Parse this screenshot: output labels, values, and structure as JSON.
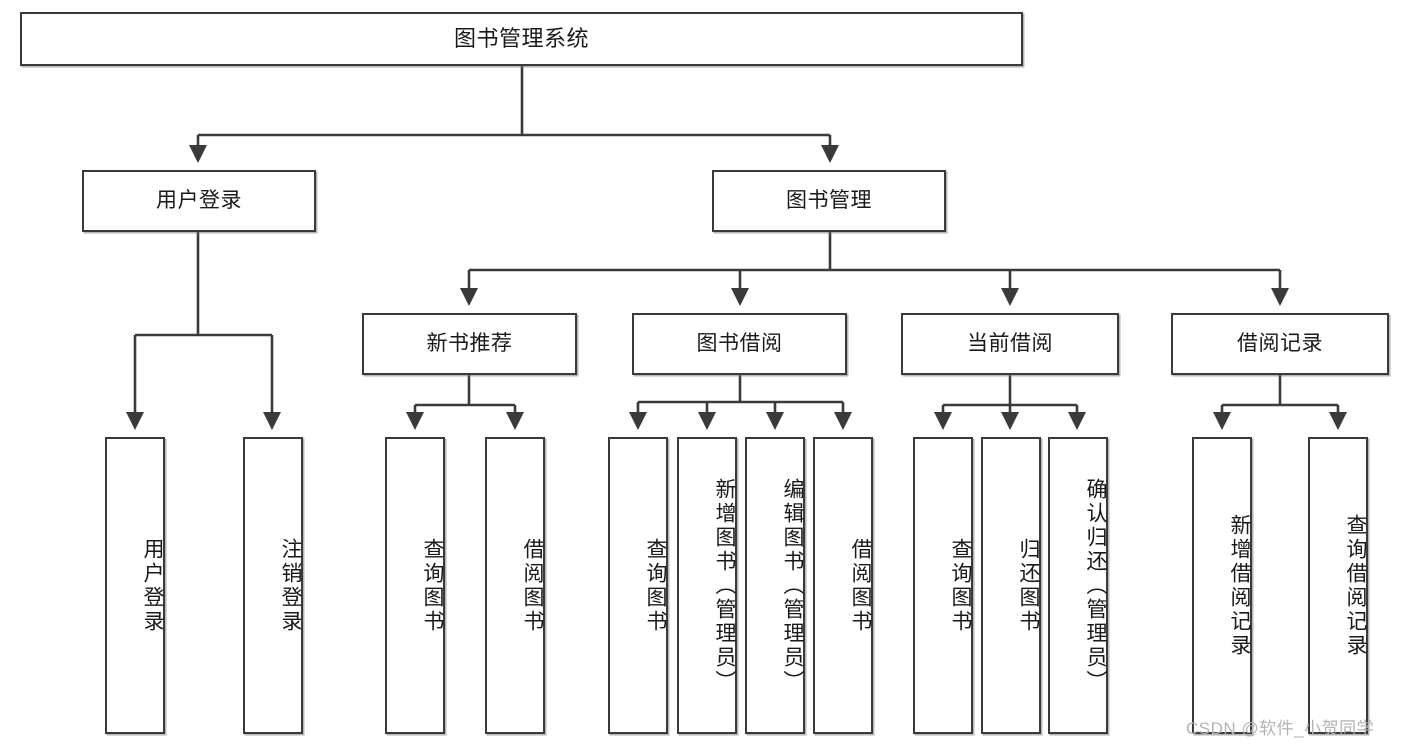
{
  "diagram": {
    "title": "图书管理系统",
    "type": "functional-structure-tree",
    "levels": {
      "root": {
        "label": "图书管理系统"
      },
      "level2": [
        {
          "id": "user-login",
          "label": "用户登录"
        },
        {
          "id": "book-management",
          "label": "图书管理"
        }
      ],
      "level3": [
        {
          "id": "new-book-recommend",
          "label": "新书推荐",
          "parent": "book-management"
        },
        {
          "id": "book-borrow",
          "label": "图书借阅",
          "parent": "book-management"
        },
        {
          "id": "current-borrow",
          "label": "当前借阅",
          "parent": "book-management"
        },
        {
          "id": "borrow-record",
          "label": "借阅记录",
          "parent": "book-management"
        }
      ],
      "leaves": [
        {
          "id": "leaf-user-login",
          "label": "用户登录",
          "parent": "user-login"
        },
        {
          "id": "leaf-logout-login",
          "label": "注销登录",
          "parent": "user-login"
        },
        {
          "id": "leaf-query-book-1",
          "label": "查询图书",
          "parent": "new-book-recommend"
        },
        {
          "id": "leaf-borrow-book-1",
          "label": "借阅图书",
          "parent": "new-book-recommend"
        },
        {
          "id": "leaf-query-book-2",
          "label": "查询图书",
          "parent": "book-borrow"
        },
        {
          "id": "leaf-add-book",
          "label": "新增图书（管理员）",
          "parent": "book-borrow"
        },
        {
          "id": "leaf-edit-book",
          "label": "编辑图书（管理员）",
          "parent": "book-borrow"
        },
        {
          "id": "leaf-borrow-book-2",
          "label": "借阅图书",
          "parent": "book-borrow"
        },
        {
          "id": "leaf-query-book-3",
          "label": "查询图书",
          "parent": "current-borrow"
        },
        {
          "id": "leaf-return-book",
          "label": "归还图书",
          "parent": "current-borrow"
        },
        {
          "id": "leaf-confirm-return",
          "label": "确认归还（管理员）",
          "parent": "current-borrow"
        },
        {
          "id": "leaf-add-record",
          "label": "新增借阅记录",
          "parent": "borrow-record"
        },
        {
          "id": "leaf-query-record",
          "label": "查询借阅记录",
          "parent": "borrow-record"
        }
      ]
    },
    "colors": {
      "box_border": "#3a3a3a",
      "box_fill": "#ffffff",
      "connector": "#3a3a3a",
      "text": "#1a1a1a",
      "watermark": "#b3b3b3"
    }
  },
  "watermark": {
    "text": "CSDN @软件_小贺同学"
  }
}
